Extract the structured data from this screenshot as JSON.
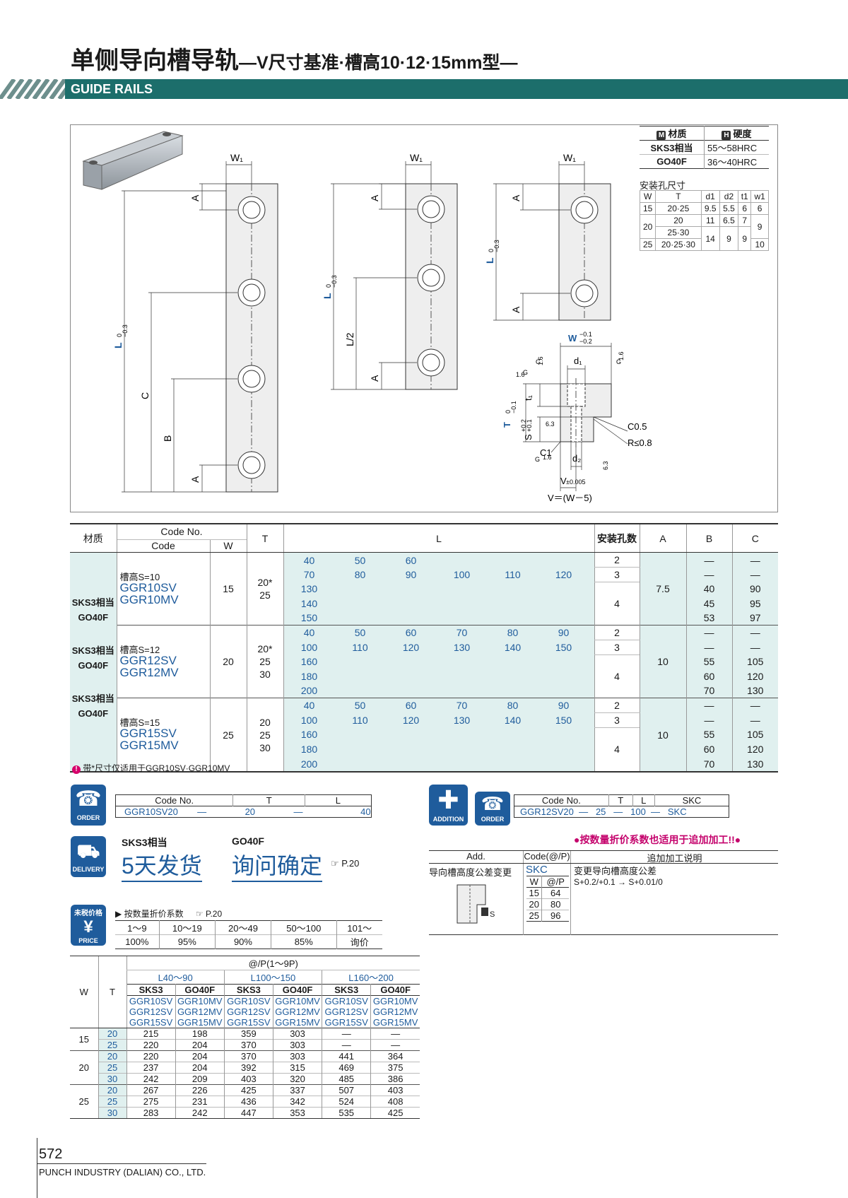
{
  "header": {
    "title_main": "单侧导向槽导轨",
    "title_sub": "—V尺寸基准·槽高10·12·15mm型—",
    "band": "GUIDE RAILS"
  },
  "material_table": {
    "h_material": "材质",
    "h_hardness": "硬度",
    "h_m": "M",
    "h_h": "H",
    "rows": [
      [
        "SKS3相当",
        "55～58HRC"
      ],
      [
        "GO40F",
        "36～40HRC"
      ]
    ]
  },
  "hole_table": {
    "title": "安装孔尺寸",
    "headers": [
      "W",
      "T",
      "d1",
      "d2",
      "t1",
      "w1"
    ],
    "rows": [
      [
        "15",
        "20·25",
        "9.5",
        "5.5",
        "6",
        "6"
      ],
      [
        "20",
        "20",
        "11",
        "6.5",
        "7",
        "9"
      ],
      [
        "",
        "25·30",
        "14",
        "9",
        "9",
        ""
      ],
      [
        "25",
        "20·25·30",
        "",
        "",
        "",
        "10"
      ]
    ]
  },
  "drawing_labels": {
    "w1": "W1",
    "a": "A",
    "l": "L",
    "l_tol_top": "0",
    "l_tol_bot": "−0.3",
    "c": "C",
    "b": "B",
    "l2": "L/2",
    "w": "W",
    "w_tol_top": "−0.1",
    "w_tol_bot": "−0.2",
    "d1": "d1",
    "d2": "d2",
    "t1": "t1",
    "t": "T",
    "t_tol_top": "0",
    "t_tol_bot": "−0.1",
    "s": "S",
    "s_tol_top": "+0.2",
    "s_tol_bot": "+0.1",
    "c05": "C0.5",
    "r08": "R≤0.8",
    "c1": "C1",
    "v": "V",
    "v_tol": "±0.005",
    "veq": "V＝(W－5)",
    "g": "G",
    "r16": "1.6",
    "r63": "6.3"
  },
  "main_table": {
    "h_material": "材质",
    "h_codeno": "Code No.",
    "h_code": "Code",
    "h_w": "W",
    "h_t": "T",
    "h_l": "L",
    "h_holes": "安装孔数",
    "h_a": "A",
    "h_b": "B",
    "h_c": "C",
    "groups": [
      {
        "s": "槽高S=10",
        "m1": "SKS3相当",
        "m2": "GO40F",
        "c1": "GGR10SV",
        "c2": "GGR10MV",
        "w": "15",
        "t": [
          "20*",
          "25"
        ],
        "a": "7.5",
        "rows": [
          [
            [
              "40",
              "50",
              "60",
              "",
              "",
              ""
            ],
            "2",
            "—",
            "—"
          ],
          [
            [
              "70",
              "80",
              "90",
              "100",
              "110",
              "120"
            ],
            "3",
            "—",
            "—"
          ],
          [
            [
              "130"
            ],
            "",
            "40",
            "90"
          ],
          [
            [
              "140"
            ],
            "4",
            "45",
            "95"
          ],
          [
            [
              "150"
            ],
            "",
            "53",
            "97"
          ]
        ]
      },
      {
        "s": "槽高S=12",
        "m1": "SKS3相当",
        "m2": "GO40F",
        "c1": "GGR12SV",
        "c2": "GGR12MV",
        "w": "20",
        "t": [
          "20*",
          "25",
          "30"
        ],
        "a": "10",
        "rows": [
          [
            [
              "40",
              "50",
              "60",
              "70",
              "80",
              "90"
            ],
            "2",
            "—",
            "—"
          ],
          [
            [
              "100",
              "110",
              "120",
              "130",
              "140",
              "150"
            ],
            "3",
            "—",
            "—"
          ],
          [
            [
              "160"
            ],
            "",
            "55",
            "105"
          ],
          [
            [
              "180"
            ],
            "4",
            "60",
            "120"
          ],
          [
            [
              "200"
            ],
            "",
            "70",
            "130"
          ]
        ]
      },
      {
        "s": "槽高S=15",
        "m1": "SKS3相当",
        "m2": "GO40F",
        "c1": "GGR15SV",
        "c2": "GGR15MV",
        "w": "25",
        "t": [
          "20",
          "25",
          "30"
        ],
        "a": "10",
        "rows": [
          [
            [
              "40",
              "50",
              "60",
              "70",
              "80",
              "90"
            ],
            "2",
            "—",
            "—"
          ],
          [
            [
              "100",
              "110",
              "120",
              "130",
              "140",
              "150"
            ],
            "3",
            "—",
            "—"
          ],
          [
            [
              "160"
            ],
            "",
            "55",
            "105"
          ],
          [
            [
              "180"
            ],
            "4",
            "60",
            "120"
          ],
          [
            [
              "200"
            ],
            "",
            "70",
            "130"
          ]
        ]
      }
    ],
    "note": "带*尺寸仅适用于GGR10SV·GGR10MV"
  },
  "order": {
    "icon": "ORDER",
    "h": [
      "Code No.",
      "T",
      "L"
    ],
    "v": [
      "GGR10SV20",
      "—",
      "20",
      "—",
      "40"
    ]
  },
  "addition": {
    "icon1": "ADDITION",
    "icon2": "ORDER",
    "h": [
      "Code No.",
      "T",
      "L",
      "SKC"
    ],
    "v": [
      "GGR12SV20",
      "—",
      "25",
      "—",
      "100",
      "—",
      "SKC"
    ],
    "note": "●按数量折价系数也适用于追加加工!!●"
  },
  "delivery": {
    "icon": "DELIVERY",
    "m1": "SKS3相当",
    "m2": "GO40F",
    "v1": "5天发货",
    "v2": "询问确定",
    "ref": "P.20"
  },
  "add_table": {
    "h": [
      "Add.",
      "Code(@/P)",
      "追加加工说明"
    ],
    "name": "导向槽高度公差变更",
    "code": "SKC",
    "desc": "变更导向槽高度公差",
    "rule": "S+0.2/+0.1 → S+0.01/0",
    "sub_h": [
      "W",
      "@/P"
    ],
    "sub": [
      [
        "15",
        "64"
      ],
      [
        "20",
        "80"
      ],
      [
        "25",
        "96"
      ]
    ],
    "s_lbl": "S"
  },
  "discount": {
    "icon": "PRICE",
    "icon_top": "未税价格",
    "label": "按数量折价系数",
    "ref": "P.20",
    "qty": [
      "1～9",
      "10～19",
      "20～49",
      "50～100",
      "101～"
    ],
    "rate": [
      "100%",
      "95%",
      "90%",
      "85%",
      "询价"
    ]
  },
  "price_table": {
    "h_w": "W",
    "h_t": "T",
    "h_top": "@/P(1～9P)",
    "ranges": [
      "L40～90",
      "L100～150",
      "L160～200"
    ],
    "mats": [
      "SKS3",
      "GO40F",
      "SKS3",
      "GO40F",
      "SKS3",
      "GO40F"
    ],
    "codes": [
      [
        "GGR10SV",
        "GGR12SV",
        "GGR15SV"
      ],
      [
        "GGR10MV",
        "GGR12MV",
        "GGR15MV"
      ]
    ],
    "rows": [
      [
        "15",
        "20",
        "215",
        "198",
        "359",
        "303",
        "—",
        "—"
      ],
      [
        "",
        "25",
        "220",
        "204",
        "370",
        "303",
        "—",
        "—"
      ],
      [
        "20",
        "20",
        "220",
        "204",
        "370",
        "303",
        "441",
        "364"
      ],
      [
        "",
        "25",
        "237",
        "204",
        "392",
        "315",
        "469",
        "375"
      ],
      [
        "",
        "30",
        "242",
        "209",
        "403",
        "320",
        "485",
        "386"
      ],
      [
        "25",
        "20",
        "267",
        "226",
        "425",
        "337",
        "507",
        "403"
      ],
      [
        "",
        "25",
        "275",
        "231",
        "436",
        "342",
        "524",
        "408"
      ],
      [
        "",
        "30",
        "283",
        "242",
        "447",
        "353",
        "535",
        "425"
      ]
    ]
  },
  "footer": {
    "page": "572",
    "company": "PUNCH INDUSTRY (DALIAN) CO., LTD."
  }
}
